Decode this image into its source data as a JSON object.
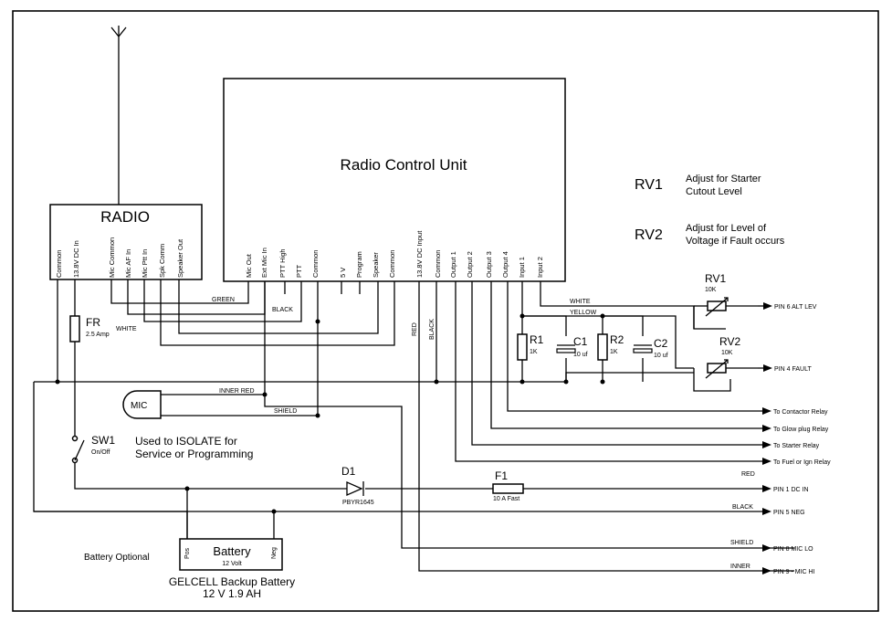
{
  "rcu": {
    "title": "Radio Control Unit",
    "pins": [
      "Mic Out",
      "Ext Mic In",
      "PTT High",
      "PTT",
      "Common",
      "5 V",
      "Program",
      "Speaker",
      "Common",
      "13.8V DC Input",
      "Common",
      "Output 1",
      "Output 2",
      "Output 3",
      "Output 4",
      "Input 1",
      "Input 2"
    ]
  },
  "radio": {
    "title": "RADIO",
    "pins": [
      "Common",
      "13.8V DC In",
      "Mic Common",
      "Mic AF In",
      "Mic Ptt In",
      "Spk Comm",
      "Speaker Out"
    ]
  },
  "notes": {
    "rv1_label": "RV1",
    "rv1_line1": "Adjust for Starter",
    "rv1_line2": "Cutout Level",
    "rv2_label": "RV2",
    "rv2_line1": "Adjust for Level of",
    "rv2_line2": "Voltage if Fault occurs"
  },
  "wire_labels": {
    "green": "GREEN",
    "black": "BLACK",
    "white": "WHITE",
    "red": "RED",
    "black2": "BLACK",
    "white_rv": "WHITE",
    "yellow": "YELLOW",
    "inner_red": "INNER RED",
    "shield": "SHIELD"
  },
  "components": {
    "fr_label": "FR",
    "fr_value": "2.5 Amp",
    "mic": "MIC",
    "sw1_label": "SW1",
    "sw1_sub": "On/Off",
    "isolate_line1": "Used to ISOLATE for",
    "isolate_line2": "Service or Programming",
    "d1_label": "D1",
    "d1_part": "PBYR1645",
    "f1_label": "F1",
    "f1_value": "10 A Fast",
    "r1_label": "R1",
    "r1_value": "1K",
    "c1_label": "C1",
    "c1_value": "10 uf",
    "r2_label": "R2",
    "r2_value": "1K",
    "c2_label": "C2",
    "c2_value": "10 uf",
    "rv1_label": "RV1",
    "rv1_value": "10K",
    "rv2_label": "RV2",
    "rv2_value": "10K"
  },
  "battery": {
    "title": "Battery",
    "voltage": "12 Volt",
    "pos": "Pos",
    "neg": "Neg",
    "optional": "Battery Optional",
    "caption1": "GELCELL  Backup Battery",
    "caption2": "12 V   1.9 AH"
  },
  "connectors": {
    "pin6": "PIN 6 ALT LEV",
    "pin4": "PIN 4 FAULT",
    "contactor": "To Contactor Relay",
    "glow": "To Glow plug Relay",
    "starter": "To Starter Relay",
    "fuel": "To Fuel or Ign Relay",
    "red_label": "RED",
    "pin1": "PIN 1 DC IN",
    "black_label": "BLACK",
    "pin5": "PIN 5 NEG",
    "shield_label": "SHIELD",
    "pin8": "PIN 8 MIC LO",
    "inner_label": "INNER",
    "pin9": "PIN 9 - MIC HI"
  }
}
